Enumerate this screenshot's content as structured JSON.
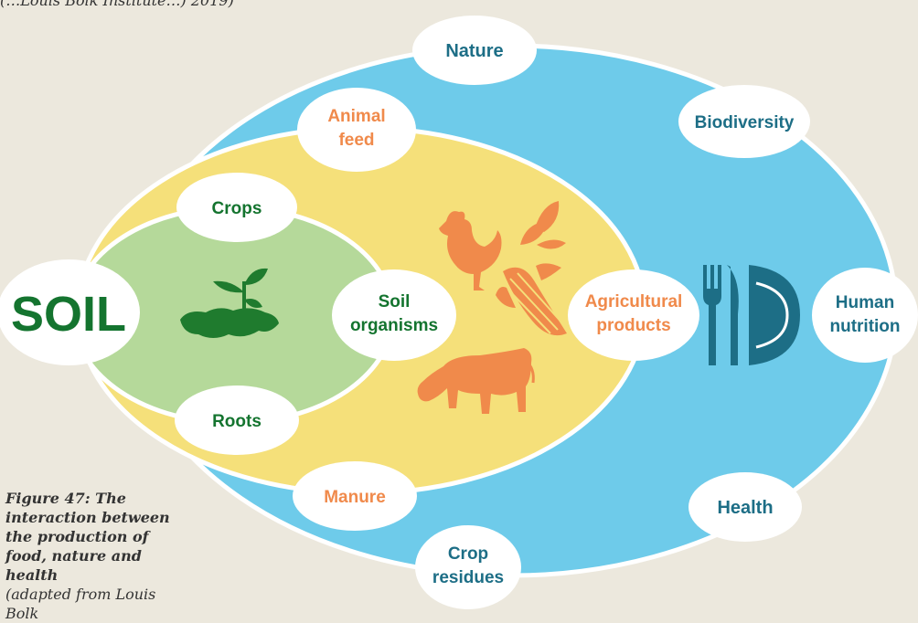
{
  "figure": {
    "top_line": "(…Louis Bolk Institute…) 2019)",
    "caption_title": "Figure 47: The interaction between the production of food, nature and health",
    "caption_source": "(adapted from Louis Bolk"
  },
  "colors": {
    "outer_ring": "#6ecbea",
    "middle_ring": "#f5e07a",
    "inner_ring": "#b5d99a",
    "green_text": "#14742f",
    "orange_text": "#f08a4b",
    "blue_text": "#1d6e86",
    "white": "#ffffff"
  },
  "nodes": {
    "soil": "SOIL",
    "nature": "Nature",
    "biodiversity": "Biodiversity",
    "human_nutrition": [
      "Human",
      "nutrition"
    ],
    "health": "Health",
    "crop_residues": [
      "Crop",
      "residues"
    ],
    "animal_feed": [
      "Animal",
      "feed"
    ],
    "manure": "Manure",
    "agricultural_products": [
      "Agricultural",
      "products"
    ],
    "crops": "Crops",
    "roots": "Roots",
    "soil_organisms": [
      "Soil",
      "organisms"
    ]
  },
  "icons": [
    "plant-seedling-icon",
    "chicken-icon",
    "leaves-icon",
    "corn-icon",
    "cow-icon",
    "cutlery-plate-icon"
  ]
}
